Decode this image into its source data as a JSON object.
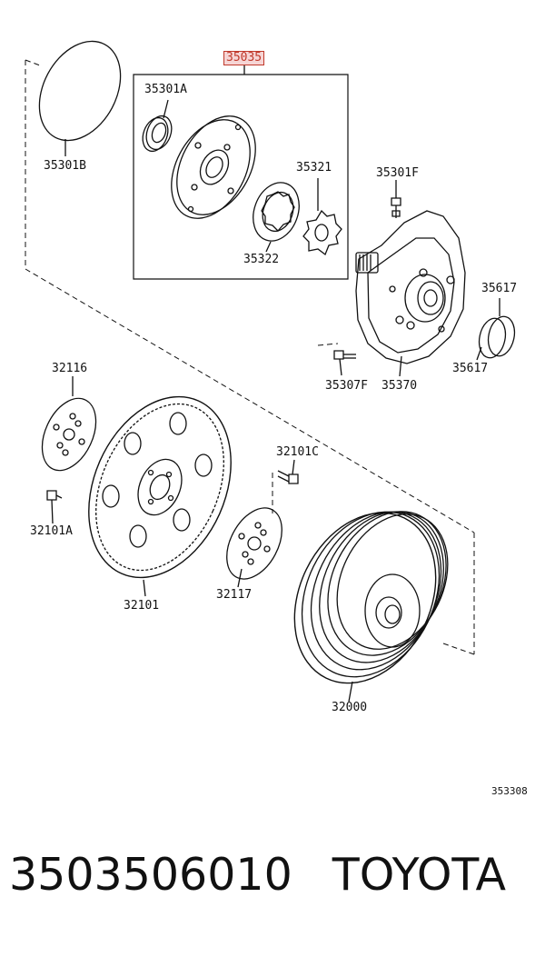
{
  "assembly_label": "35035",
  "parts": [
    {
      "id": "35301A"
    },
    {
      "id": "35301B"
    },
    {
      "id": "35321"
    },
    {
      "id": "35322"
    },
    {
      "id": "35301F"
    },
    {
      "id": "35617a",
      "label": "35617"
    },
    {
      "id": "35617b",
      "label": "35617"
    },
    {
      "id": "35307F"
    },
    {
      "id": "35370"
    },
    {
      "id": "32116"
    },
    {
      "id": "32101C"
    },
    {
      "id": "32101A"
    },
    {
      "id": "32101"
    },
    {
      "id": "32117"
    },
    {
      "id": "32000"
    }
  ],
  "diagram_ref": "353308",
  "footer": {
    "part_number": "3503506010",
    "brand": "TOYOTA"
  },
  "colors": {
    "line": "#111111",
    "highlight": "#c0392b",
    "highlight_bg": "#f6d5d5"
  }
}
